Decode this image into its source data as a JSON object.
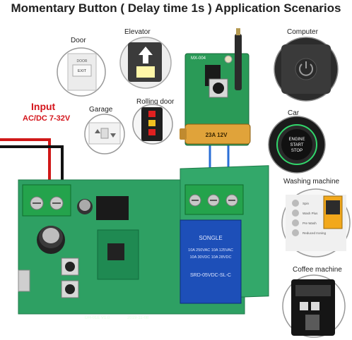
{
  "title": "Momentary Button ( Delay time 1s ) Application Scenarios",
  "input": {
    "label": "Input",
    "voltage": "AC/DC 7-32V"
  },
  "scenarios": {
    "door": "Door",
    "elevator": "Elevator",
    "garage": "Garage",
    "rolling_door": "Rolling door",
    "computer": "Computer",
    "car": "Car",
    "washing_machine": "Washing machine",
    "coffee_machine": "Coffee machine"
  },
  "remote": {
    "model": "MX-004",
    "battery": "23A 12V"
  },
  "relay": {
    "brand": "SONGLE",
    "model": "SRD-05VDC-SL-C",
    "rating1": "10A 250VAC 10A 125VAC",
    "rating2": "10A 30VDC 10A 28VDC"
  },
  "board": {
    "version": "2019-11-08",
    "pcb_label": "DH-01E V1.0"
  },
  "door_sign": {
    "top": "DOOR",
    "bottom": "EXIT"
  },
  "car_button": {
    "l1": "ENGINE",
    "l2": "START",
    "l3": "STOP"
  },
  "washer_panel": [
    "Spin",
    "Wash Plus",
    "Pre Wash",
    "Reduced Ironing"
  ]
}
